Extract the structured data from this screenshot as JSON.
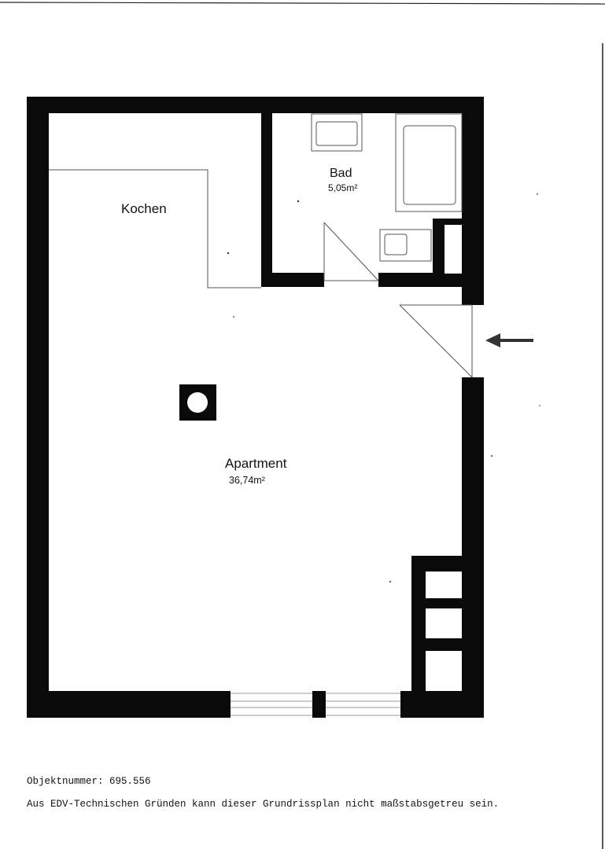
{
  "rooms": {
    "kitchen": {
      "name": "Kochen"
    },
    "bath": {
      "name": "Bad",
      "area": "5,05m²"
    },
    "apartment": {
      "name": "Apartment",
      "area": "36,74m²"
    }
  },
  "footer": {
    "object_label": "Objektnummer:",
    "object_number": "695.556",
    "disclaimer": "Aus EDV-Technischen Gründen kann dieser Grundrissplan nicht maßstabsgetreu sein."
  },
  "icons": [
    "entrance-arrow-icon",
    "column-icon"
  ],
  "colors": {
    "wall": "#0a0a0a",
    "thin_line": "#555555",
    "paper": "#ffffff"
  }
}
